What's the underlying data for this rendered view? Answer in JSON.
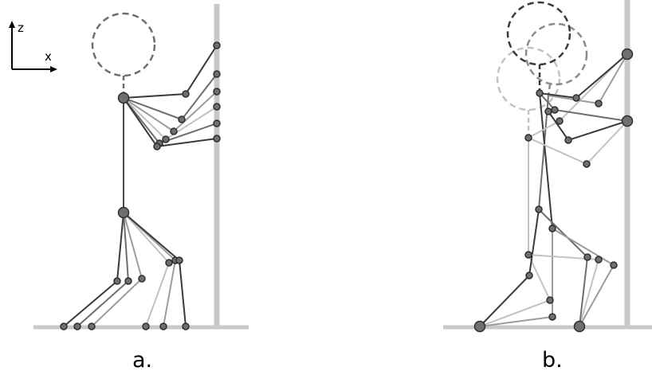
{
  "axes": {
    "z_label": "z",
    "x_label": "x"
  },
  "panels": [
    {
      "label": "a."
    },
    {
      "label": "b."
    }
  ],
  "colors": {
    "dark": "#3a3a3a",
    "mid": "#6e6e6e",
    "light": "#9c9c9c",
    "lighter": "#c2c2c2",
    "wall": "#c8c8c8",
    "joint_fill": "#6f6f6f",
    "joint_stroke": "#2e2e2e"
  }
}
